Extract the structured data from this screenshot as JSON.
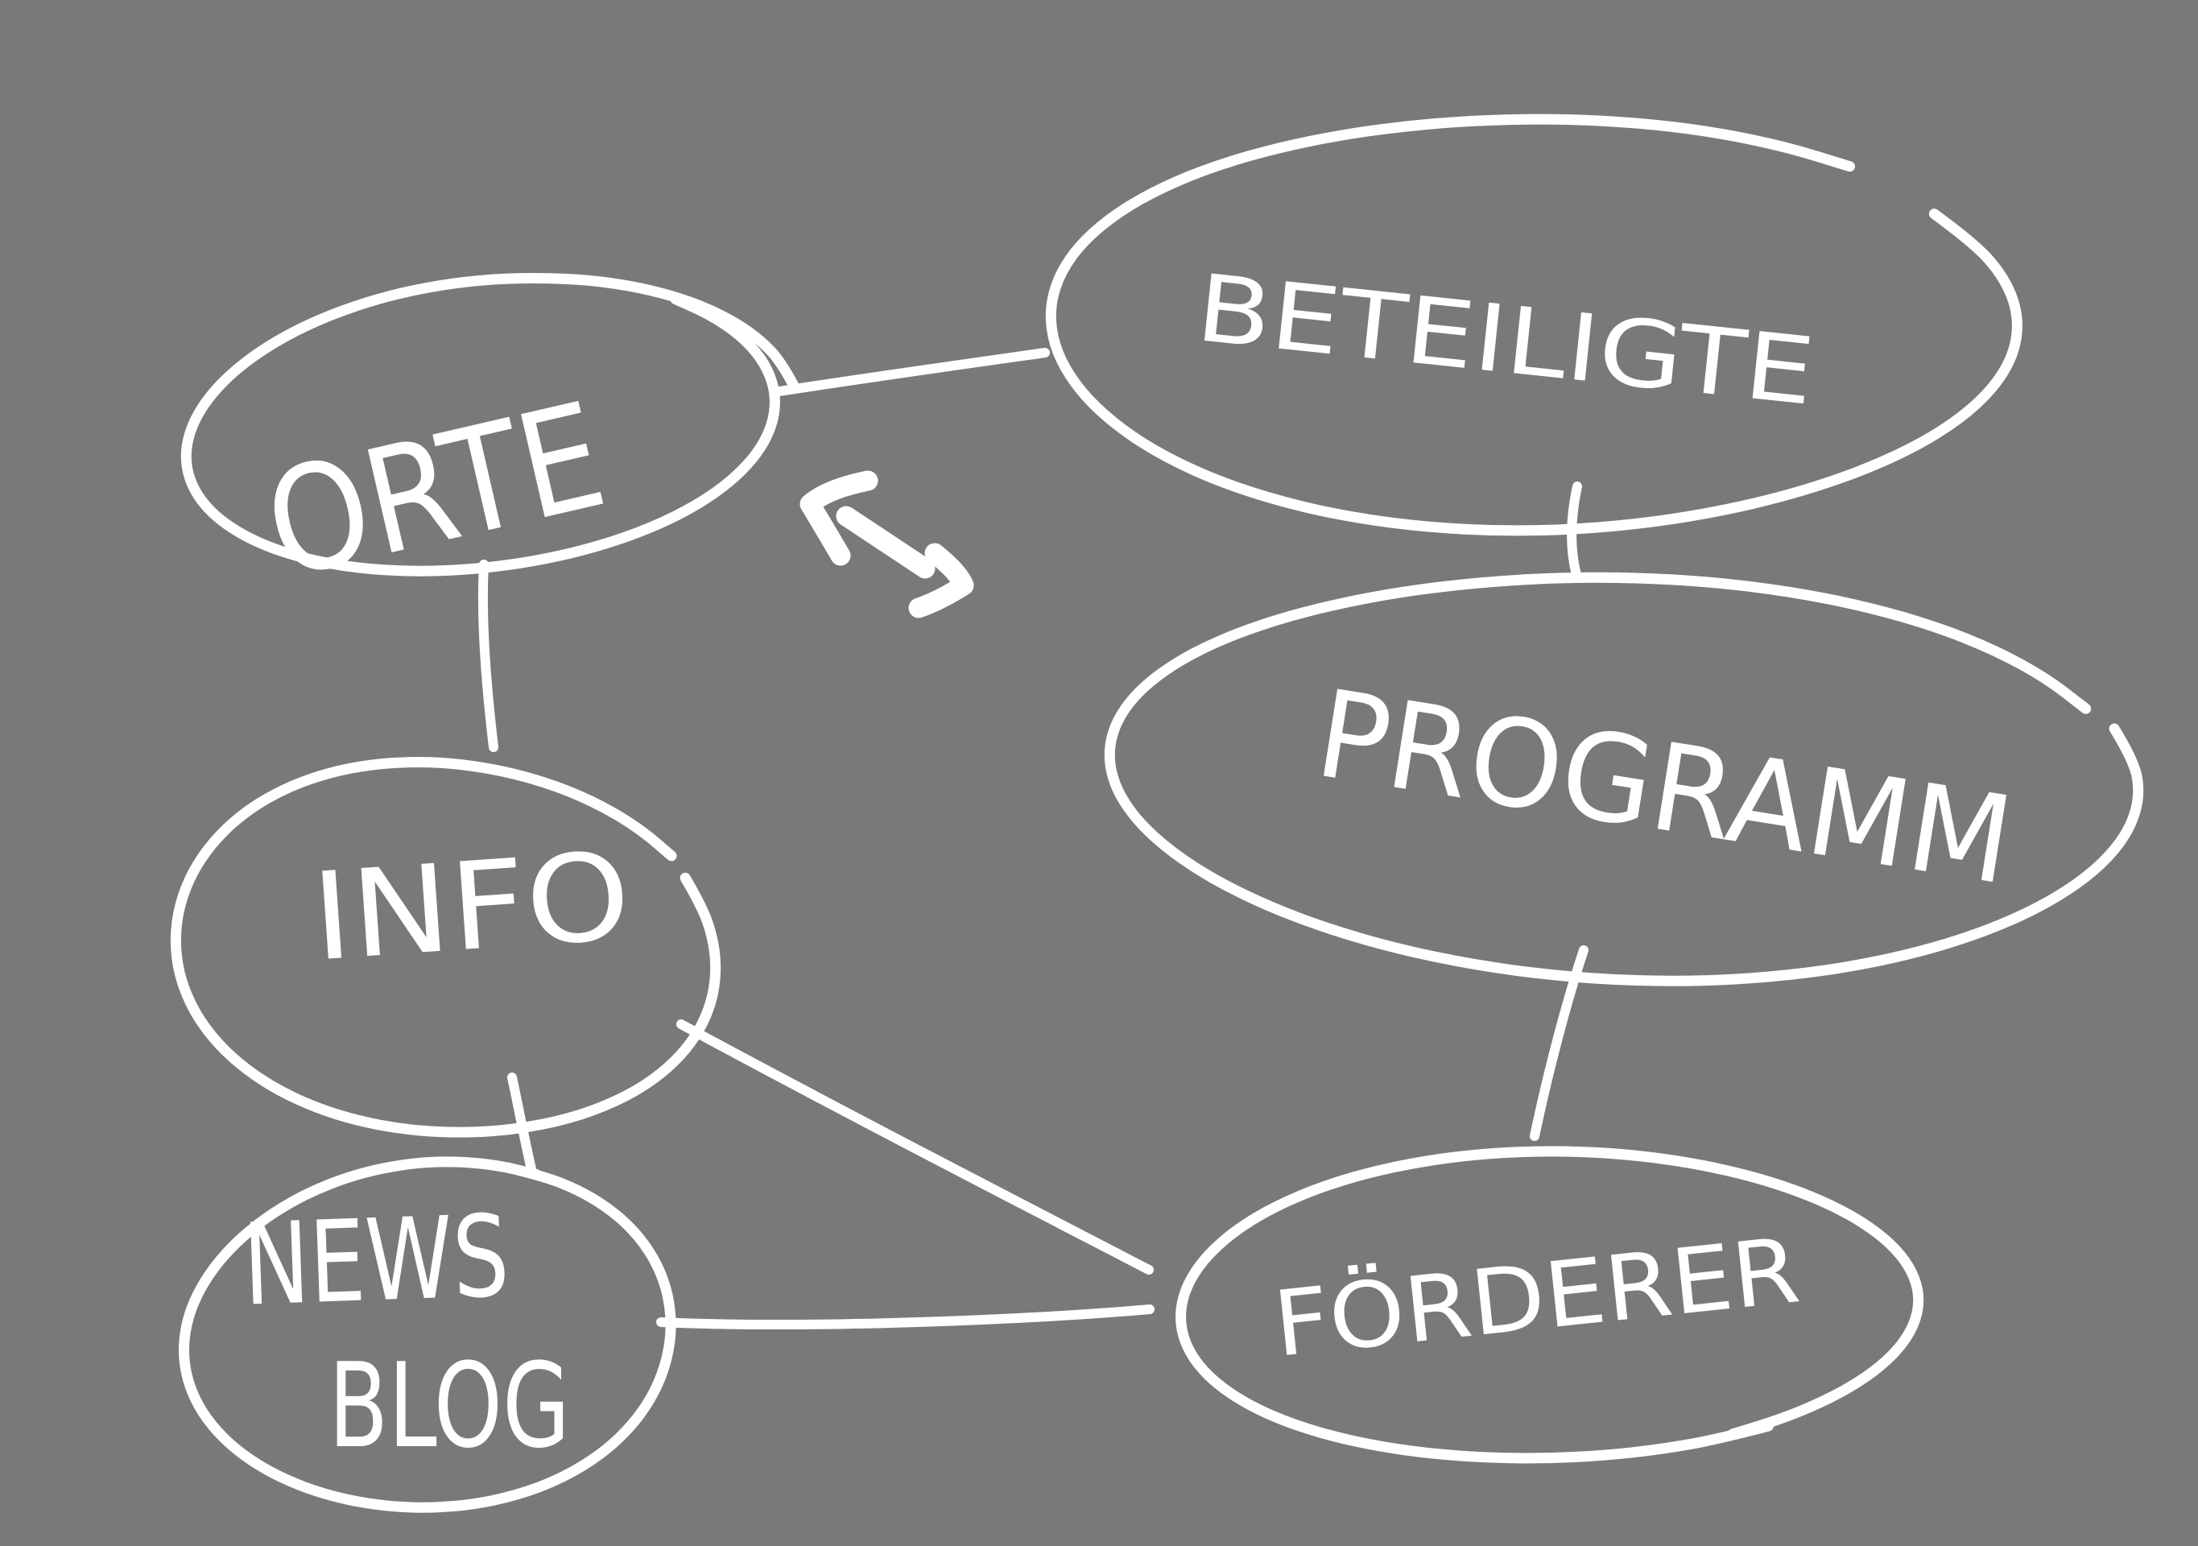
{
  "canvas": {
    "background_color": "#797979",
    "ink_color": "#ffffff"
  },
  "diagram": {
    "nodes": [
      {
        "id": "orte",
        "label": "ORTE"
      },
      {
        "id": "beteiligte",
        "label": "BETEILIGTE"
      },
      {
        "id": "programm",
        "label": "PROGRAMM"
      },
      {
        "id": "info",
        "label": "INFO"
      },
      {
        "id": "news-blog",
        "label": "NEWS BLOG",
        "lines": [
          "NEWS",
          "BLOG"
        ]
      },
      {
        "id": "foerderer",
        "label": "FÖRDERER"
      }
    ],
    "edges": [
      {
        "from": "ORTE",
        "to": "BETEILIGTE"
      },
      {
        "from": "ORTE",
        "to": "INFO"
      },
      {
        "from": "BETEILIGTE",
        "to": "PROGRAMM"
      },
      {
        "from": "PROGRAMM",
        "to": "FÖRDERER"
      },
      {
        "from": "INFO",
        "to": "NEWS BLOG"
      },
      {
        "from": "INFO",
        "to": "FÖRDERER"
      },
      {
        "from": "NEWS BLOG",
        "to": "FÖRDERER"
      }
    ],
    "annotations": [
      {
        "id": "double-arrow",
        "type": "bidirectional-arrow"
      }
    ]
  }
}
